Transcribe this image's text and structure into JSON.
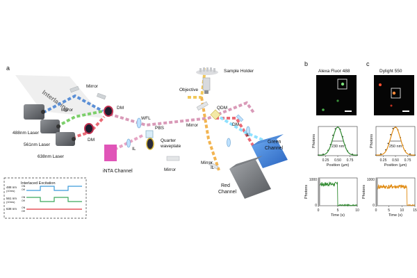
{
  "panels": {
    "a": "a",
    "b": "b",
    "c": "c"
  },
  "setup": {
    "interlacing": "Interlacing",
    "lasers": {
      "l488": "488nm Laser",
      "l561": "561nm Laser",
      "l638": "638nm Laser"
    },
    "mirror": "Mirror",
    "dm": "DM",
    "wfl": "WFL",
    "pbs": "PBS",
    "il": "IL",
    "quarter_waveplate_1": "Quarter",
    "quarter_waveplate_2": "waveplate",
    "qdm": "QDM",
    "objective": "Objective",
    "sample_holder": "Sample Holder",
    "inta_channel": "iNTA Channel",
    "green_channel_1": "Green",
    "green_channel_2": "Channel",
    "red_channel_1": "Red",
    "red_channel_2": "Channel"
  },
  "excitation_box": {
    "title": "Interlaced Excitation",
    "rows": [
      {
        "label": "488 nm",
        "sub": "(10ms)",
        "on": "ON",
        "off": "Off",
        "color": "#3a9ad9"
      },
      {
        "label": "561 nm",
        "sub": "(10ms)",
        "on": "ON",
        "off": "Off",
        "color": "#3aa85a"
      },
      {
        "label": "638 nm",
        "sub": "",
        "on": "ON",
        "off": "Off",
        "color": "#e0303a"
      }
    ]
  },
  "colors": {
    "blue_beam": "#5b8fd6",
    "green_beam": "#7ccf6a",
    "red_beam": "#ea6a76",
    "yellow_beam": "#f2c85a",
    "alexa_line": "#2f8a2f",
    "dylight_line": "#e08a10"
  },
  "panel_b": {
    "title": "Alexa Fluor 488",
    "profile": {
      "type": "line",
      "ylabel": "Photons",
      "xlabel": "Position (µm)",
      "xticks": [
        "0.25",
        "0.50",
        "0.75"
      ],
      "xlim": [
        0.1,
        0.9
      ],
      "ylim": [
        0,
        1
      ],
      "width_label": "230 nm",
      "x": [
        0.1,
        0.2,
        0.3,
        0.35,
        0.4,
        0.45,
        0.5,
        0.55,
        0.6,
        0.65,
        0.7,
        0.8,
        0.9
      ],
      "y": [
        0.02,
        0.05,
        0.18,
        0.38,
        0.7,
        0.92,
        0.98,
        0.9,
        0.65,
        0.36,
        0.16,
        0.05,
        0.02
      ]
    },
    "trace": {
      "type": "line",
      "ylabel": "Photons",
      "xlabel": "Time (s)",
      "yticks": [
        "1000",
        "0"
      ],
      "xticks": [
        "0",
        "5",
        "10"
      ],
      "xlim": [
        0,
        10
      ],
      "ylim": [
        0,
        1000
      ],
      "on_level": 780,
      "step_time": 5
    }
  },
  "panel_c": {
    "title": "Dylight 550",
    "profile": {
      "type": "line",
      "ylabel": "Photons",
      "xlabel": "Position (µm)",
      "xticks": [
        "0.25",
        "0.50",
        "0.75"
      ],
      "xlim": [
        0.1,
        0.9
      ],
      "ylim": [
        0,
        1
      ],
      "width_label": "250 nm",
      "x": [
        0.1,
        0.2,
        0.3,
        0.35,
        0.4,
        0.45,
        0.5,
        0.55,
        0.6,
        0.65,
        0.7,
        0.8,
        0.9
      ],
      "y": [
        0.02,
        0.06,
        0.2,
        0.42,
        0.72,
        0.93,
        0.97,
        0.88,
        0.62,
        0.35,
        0.17,
        0.06,
        0.02
      ]
    },
    "trace": {
      "type": "line",
      "ylabel": "Photons",
      "xlabel": "Time (s)",
      "yticks": [
        "1000",
        "0"
      ],
      "xticks": [
        "0",
        "5",
        "10",
        "15"
      ],
      "xlim": [
        0,
        15
      ],
      "ylim": [
        0,
        1000
      ],
      "on_level": 680,
      "step_time": 12
    }
  }
}
